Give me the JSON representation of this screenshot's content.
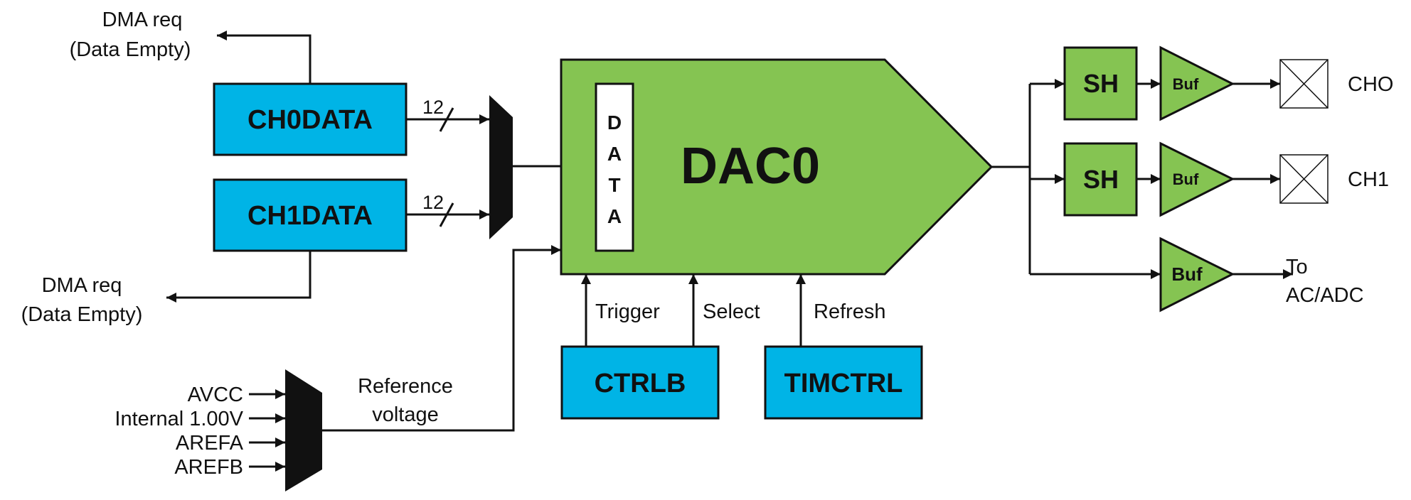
{
  "colors": {
    "register_fill": "#00b4e6",
    "dac_fill": "#85c452",
    "stroke": "#111111",
    "background": "#ffffff"
  },
  "registers": {
    "ch0data": "CH0DATA",
    "ch1data": "CH1DATA",
    "ctrlb": "CTRLB",
    "timctrl": "TIMCTRL"
  },
  "dac": {
    "title": "DAC0",
    "data_letters": [
      "D",
      "A",
      "T",
      "A"
    ]
  },
  "dma": {
    "top": [
      "DMA req",
      "(Data Empty)"
    ],
    "bottom": [
      "DMA req",
      "(Data Empty)"
    ]
  },
  "bus_width": {
    "ch0": "12",
    "ch1": "12"
  },
  "reference": {
    "inputs": [
      "AVCC",
      "Internal 1.00V",
      "AREFA",
      "AREFB"
    ],
    "label": [
      "Reference",
      "voltage"
    ]
  },
  "control_signals": {
    "trigger": "Trigger",
    "select": "Select",
    "refresh": "Refresh"
  },
  "outputs": {
    "sample_hold": "SH",
    "buffer": "Buf",
    "ch0": "CHO",
    "ch1": "CH1",
    "to_adc": [
      "To",
      "AC/ADC"
    ]
  }
}
